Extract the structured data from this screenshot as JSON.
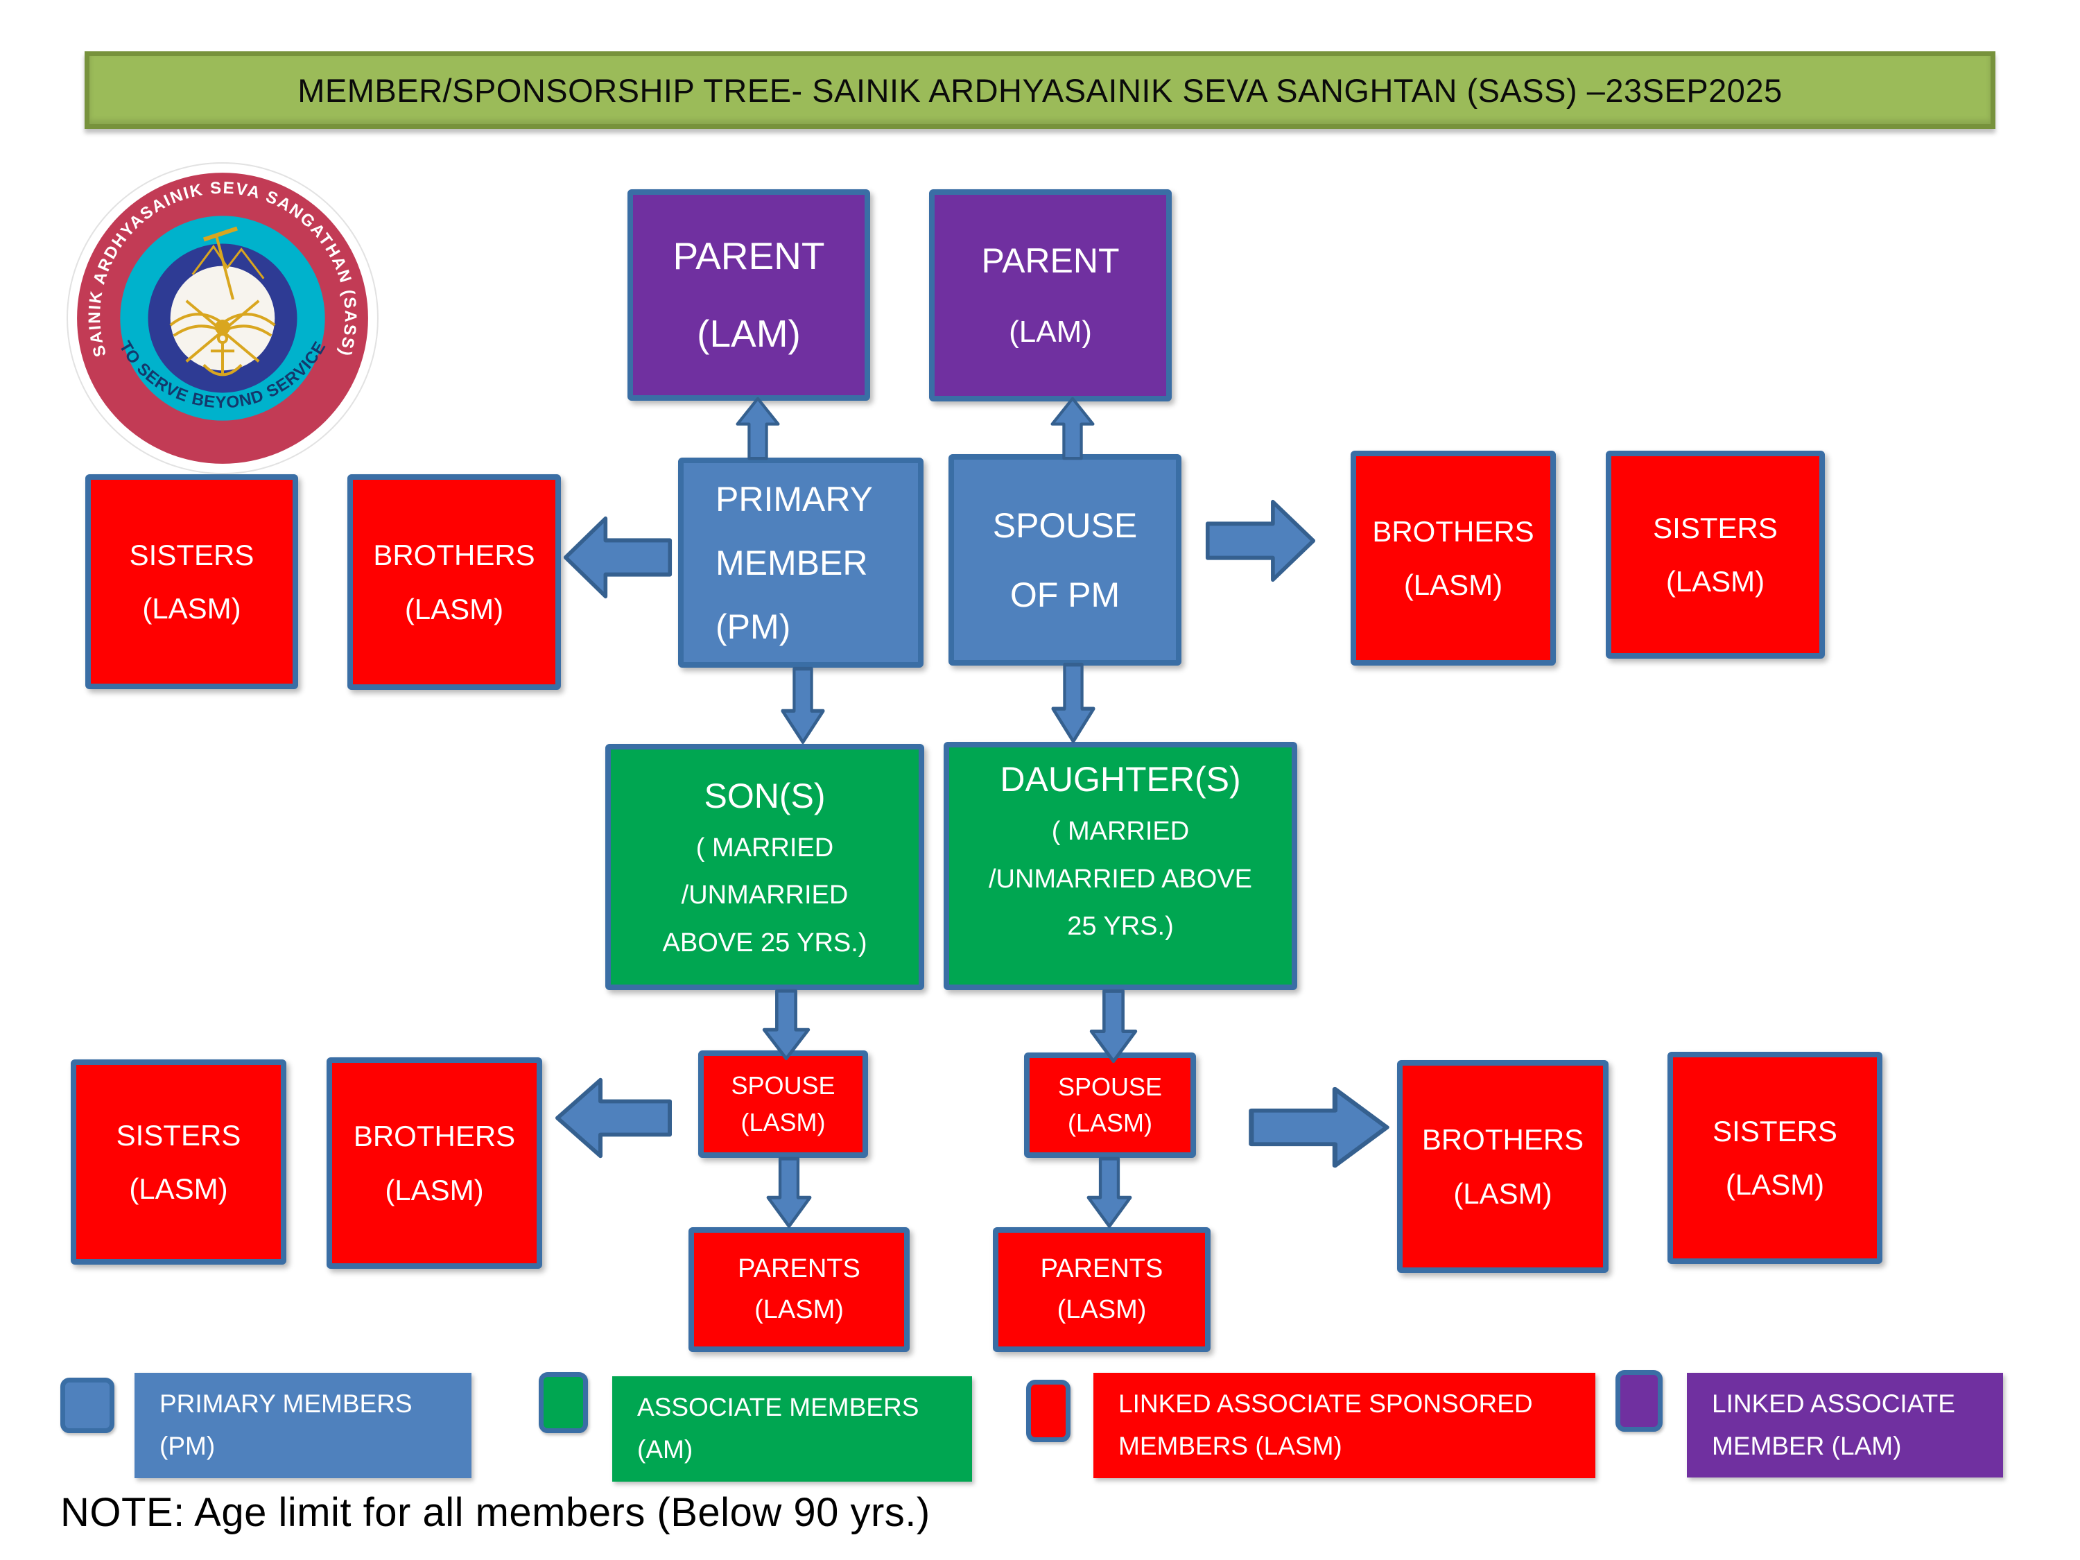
{
  "title": "MEMBER/SPONSORSHIP TREE- SAINIK ARDHYASAINIK SEVA SANGHTAN (SASS) –23SEP2025",
  "logo": {
    "arc_top": "SAINIK ARDHYASAINIK SEVA SANGATHAN (SASS)",
    "arc_bottom": "TO SERVE BEYOND SERVICE"
  },
  "nodes": {
    "parent_left": {
      "l1": "PARENT",
      "l2": "(LAM)"
    },
    "parent_right": {
      "l1": "PARENT",
      "l2": "(LAM)"
    },
    "primary_member": {
      "l1": "PRIMARY",
      "l2": "MEMBER",
      "l3": "(PM)"
    },
    "spouse_of_pm": {
      "l1": "SPOUSE",
      "l2": "OF PM"
    },
    "sisters_top_left": {
      "l1": "SISTERS",
      "l2": "(LASM)"
    },
    "brothers_top_left": {
      "l1": "BROTHERS",
      "l2": "(LASM)"
    },
    "brothers_top_right": {
      "l1": "BROTHERS",
      "l2": "(LASM)"
    },
    "sisters_top_right": {
      "l1": "SISTERS",
      "l2": "(LASM)"
    },
    "sons": {
      "l1": "SON(S)",
      "l2": "( MARRIED",
      "l3": "/UNMARRIED",
      "l4": "ABOVE 25 YRS.)"
    },
    "daughters": {
      "l1": "DAUGHTER(S)",
      "l2": "( MARRIED",
      "l3": "/UNMARRIED ABOVE",
      "l4": "25 YRS.)"
    },
    "spouse_lasm_left": {
      "l1": "SPOUSE",
      "l2": "(LASM)"
    },
    "spouse_lasm_right": {
      "l1": "SPOUSE",
      "l2": "(LASM)"
    },
    "parents_lasm_left": {
      "l1": "PARENTS",
      "l2": "(LASM)"
    },
    "parents_lasm_right": {
      "l1": "PARENTS",
      "l2": "(LASM)"
    },
    "sisters_bottom_left": {
      "l1": "SISTERS",
      "l2": "(LASM)"
    },
    "brothers_bottom_left": {
      "l1": "BROTHERS",
      "l2": "(LASM)"
    },
    "brothers_bottom_right": {
      "l1": "BROTHERS",
      "l2": "(LASM)"
    },
    "sisters_bottom_right": {
      "l1": "SISTERS",
      "l2": "(LASM)"
    }
  },
  "legend": [
    {
      "l1": "PRIMARY MEMBERS",
      "l2": "(PM)",
      "color": "#4F81BD"
    },
    {
      "l1": "ASSOCIATE MEMBERS",
      "l2": "(AM)",
      "color": "#00A651"
    },
    {
      "l1": "LINKED ASSOCIATE SPONSORED",
      "l2": "MEMBERS (LASM)",
      "color": "#FF0000"
    },
    {
      "l1": "LINKED ASSOCIATE",
      "l2": "MEMBER (LAM)",
      "color": "#7030A0"
    }
  ],
  "note": "NOTE: Age limit for all members (Below 90 yrs.)",
  "colors": {
    "primary_member_blue": "#4F81BD",
    "associate_green": "#00A651",
    "lasm_red": "#FF0000",
    "lam_purple": "#7030A0",
    "box_border_blue": "#3A6EA5",
    "banner_green": "#9BBB59",
    "banner_border": "#77923C",
    "arrow_fill": "#4F81BD"
  }
}
